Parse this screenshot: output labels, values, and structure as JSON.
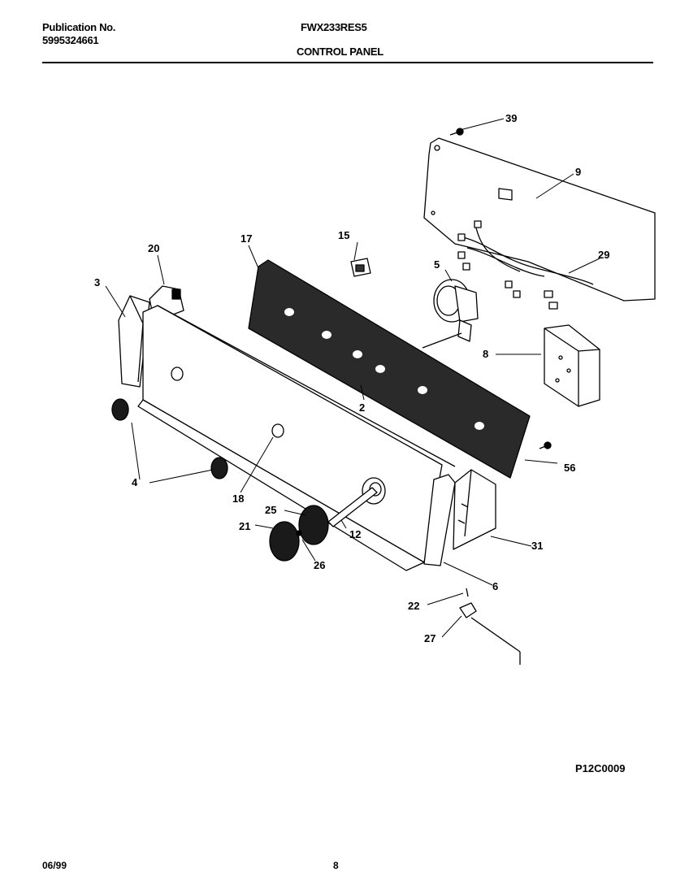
{
  "header": {
    "publication_label": "Publication No.",
    "publication_number": "5995324661",
    "model": "FWX233RES5",
    "section_title": "CONTROL PANEL"
  },
  "diagram": {
    "part_labels": {
      "p39": "39",
      "p9": "9",
      "p29": "29",
      "p15": "15",
      "p17": "17",
      "p20": "20",
      "p3": "3",
      "p5": "5",
      "p8": "8",
      "p2": "2",
      "p4": "4",
      "p18": "18",
      "p56": "56",
      "p25": "25",
      "p21": "21",
      "p12": "12",
      "p26": "26",
      "p31": "31",
      "p6": "6",
      "p22": "22",
      "p27": "27"
    },
    "drawing_code": "P12C0009"
  },
  "footer": {
    "date": "06/99",
    "page": "8"
  }
}
